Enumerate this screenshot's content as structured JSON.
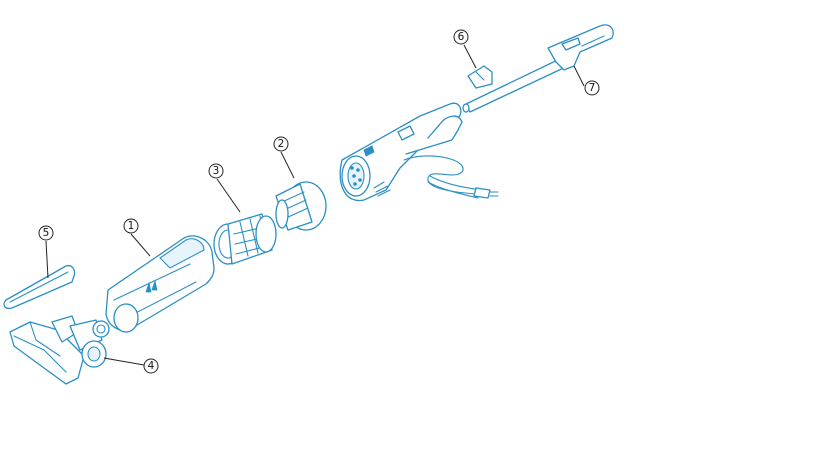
{
  "colors": {
    "line_art": "#2a8fc4",
    "callout": "#222222",
    "background": "#ffffff"
  },
  "callouts": [
    {
      "id": "1",
      "label": "①"
    },
    {
      "id": "2",
      "label": "②"
    },
    {
      "id": "3",
      "label": "③"
    },
    {
      "id": "4",
      "label": "④"
    },
    {
      "id": "5",
      "label": "⑤"
    },
    {
      "id": "6",
      "label": "⑥"
    },
    {
      "id": "7",
      "label": "⑦"
    }
  ]
}
